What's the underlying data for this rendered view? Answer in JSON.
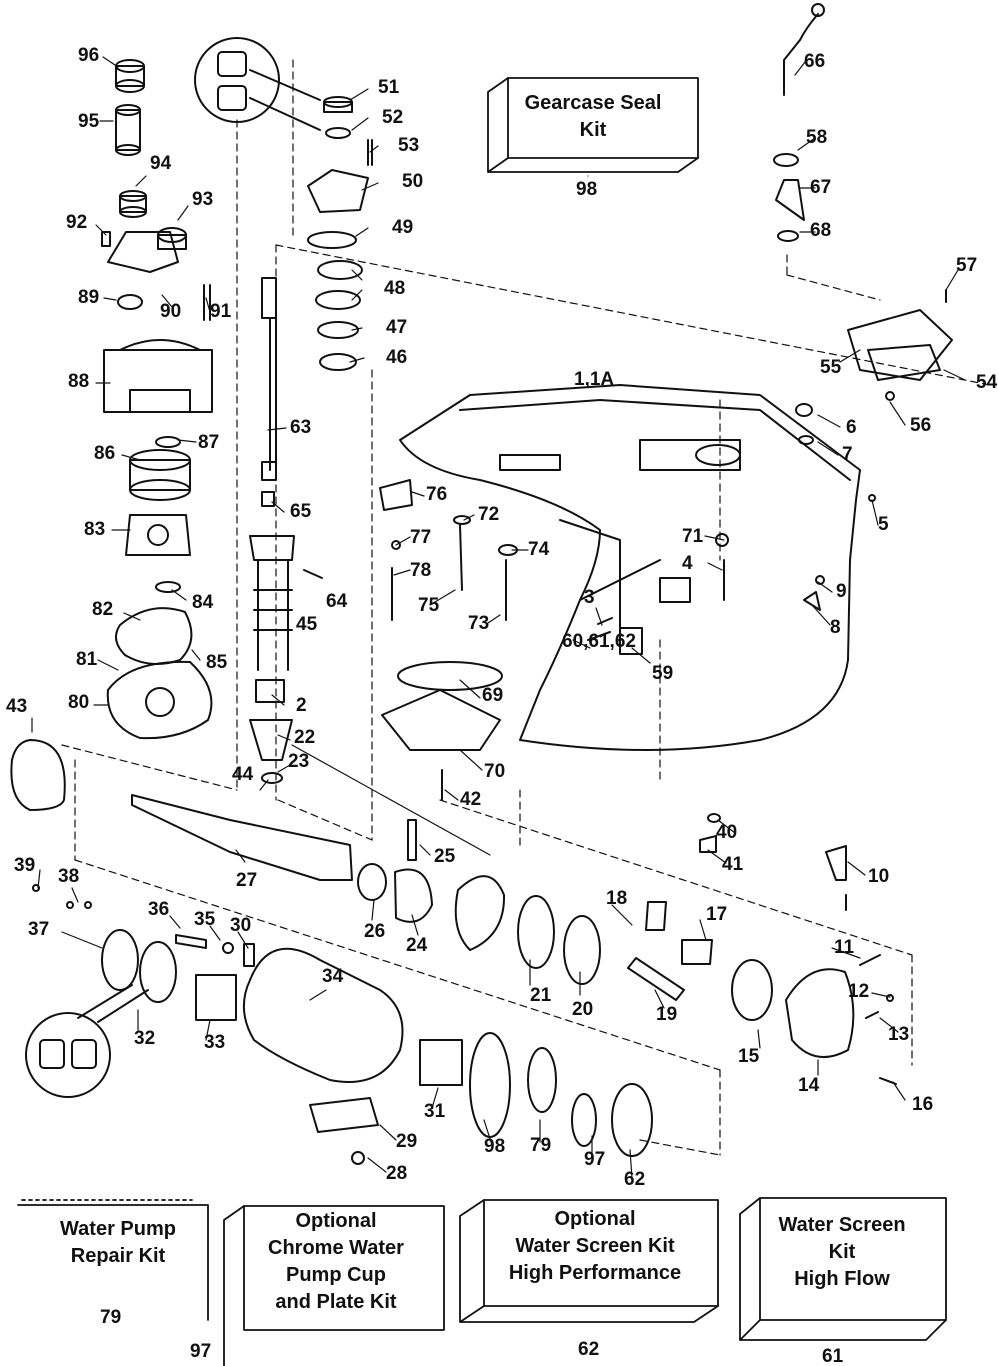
{
  "diagram": {
    "assembly_label": "1,1A",
    "parts": [
      "96",
      "95",
      "94",
      "93",
      "92",
      "89",
      "90",
      "91",
      "88",
      "87",
      "86",
      "83",
      "84",
      "82",
      "85",
      "81",
      "80",
      "43",
      "51",
      "52",
      "53",
      "50",
      "49",
      "48",
      "47",
      "46",
      "63",
      "65",
      "64",
      "45",
      "2",
      "22",
      "23",
      "44",
      "27",
      "25",
      "26",
      "24",
      "21",
      "20",
      "18",
      "17",
      "19",
      "15",
      "14",
      "13",
      "12",
      "11",
      "10",
      "16",
      "9",
      "8",
      "6",
      "7",
      "5",
      "56",
      "54",
      "55",
      "57",
      "58",
      "66",
      "67",
      "68",
      "76",
      "77",
      "78",
      "75",
      "72",
      "74",
      "73",
      "71",
      "4",
      "3",
      "60,61,62",
      "59",
      "69",
      "70",
      "42",
      "40",
      "41",
      "39",
      "38",
      "37",
      "36",
      "35",
      "30",
      "32",
      "33",
      "34",
      "31",
      "29",
      "28",
      "98",
      "79",
      "97",
      "62",
      "61"
    ],
    "callouts": {
      "seal_kit": {
        "lines": [
          "Gearcase Seal",
          "Kit"
        ],
        "number": "98"
      },
      "water_pump": {
        "lines": [
          "Water Pump",
          "Repair Kit"
        ],
        "number": "79"
      },
      "chrome_cup": {
        "lines": [
          "Optional",
          "Chrome Water",
          "Pump Cup",
          "and Plate Kit"
        ],
        "number": "97"
      },
      "screen_hp": {
        "lines": [
          "Optional",
          "Water Screen Kit",
          "High Performance"
        ],
        "number": "62"
      },
      "screen_hf": {
        "lines": [
          "Water Screen",
          "Kit",
          "High Flow"
        ],
        "number": "61"
      }
    }
  }
}
